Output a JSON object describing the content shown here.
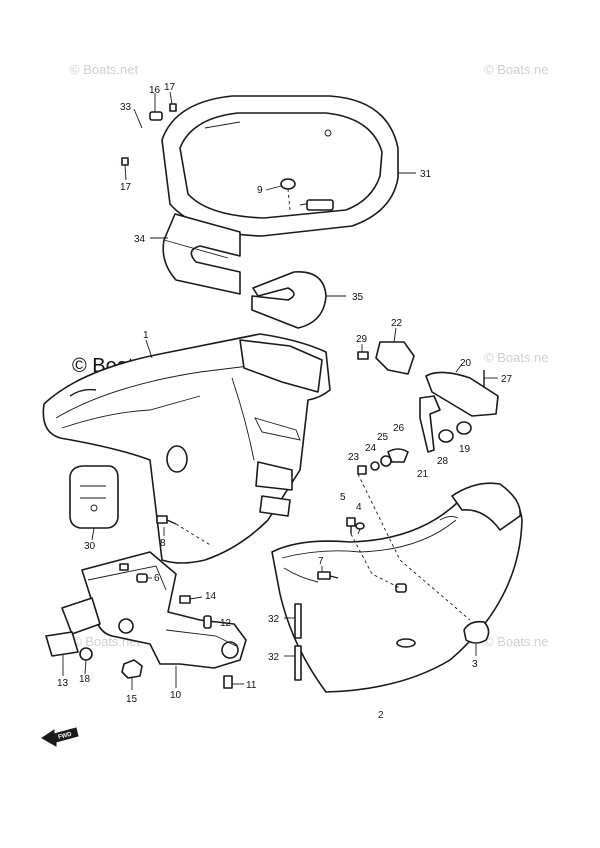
{
  "watermarks": {
    "top_center": "© Boats.net",
    "top_right": "© Boats.ne",
    "main": "© Boats.net",
    "mid_right": "© Boats.ne",
    "bottom_right": "© Boats.ne",
    "bottom_left": "© Boats.net"
  },
  "fwd_label": "FWD",
  "callouts": {
    "c1": "1",
    "c2": "2",
    "c3": "3",
    "c4": "4",
    "c5": "5",
    "c6": "6",
    "c7": "7",
    "c8": "8",
    "c9": "9",
    "c10": "10",
    "c11": "11",
    "c12": "12",
    "c13": "13",
    "c14": "14",
    "c15": "15",
    "c16": "16",
    "c17a": "17",
    "c17b": "17",
    "c18": "18",
    "c19": "19",
    "c20": "20",
    "c21": "21",
    "c22": "22",
    "c23": "23",
    "c24": "24",
    "c25": "25",
    "c26": "26",
    "c27": "27",
    "c28": "28",
    "c29": "29",
    "c30": "30",
    "c31": "31",
    "c32a": "32",
    "c32b": "32",
    "c33": "33",
    "c34": "34",
    "c35": "35"
  }
}
